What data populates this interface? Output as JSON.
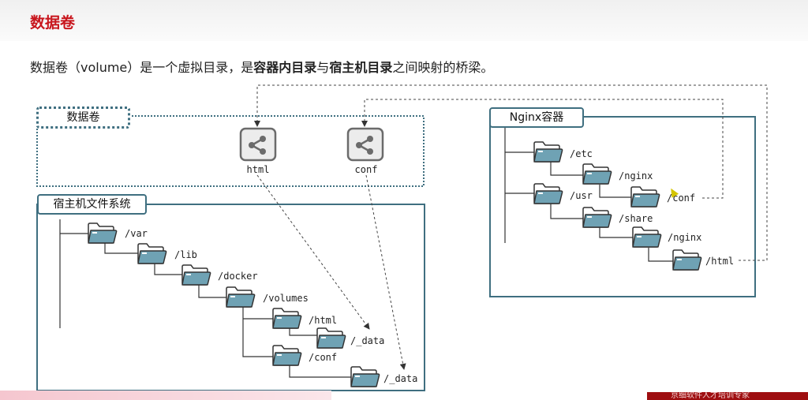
{
  "header": {
    "title": "数据卷"
  },
  "subtitle": {
    "p1": "数据卷（volume）是一个虚拟目录，是",
    "b1": "容器内目录",
    "p2": "与",
    "b2": "宿主机目录",
    "p3": "之间映射的桥梁。"
  },
  "volume_box": {
    "label": "数据卷",
    "volumes": [
      {
        "name": "html"
      },
      {
        "name": "conf"
      }
    ]
  },
  "host_box": {
    "label": "宿主机文件系统",
    "folders": [
      {
        "name": "/var"
      },
      {
        "name": "/lib"
      },
      {
        "name": "/docker"
      },
      {
        "name": "/volumes"
      },
      {
        "name": "/html"
      },
      {
        "name": "/_data"
      },
      {
        "name": "/conf"
      },
      {
        "name": "/_data"
      }
    ]
  },
  "container_box": {
    "label": "Nginx容器",
    "folders": [
      {
        "name": "/etc"
      },
      {
        "name": "/nginx"
      },
      {
        "name": "/conf"
      },
      {
        "name": "/usr"
      },
      {
        "name": "/share"
      },
      {
        "name": "/nginx"
      },
      {
        "name": "/html"
      }
    ]
  },
  "footer": {
    "brand_text": "京细软件人才培训专家"
  },
  "colors": {
    "frame": "#3f6f80",
    "folder_fill": "#6fa2b4",
    "volume_icon": "#6b6b6b",
    "title_red": "#c8161d"
  },
  "icons": {
    "folder": "folder-icon",
    "volume": "share-icon"
  }
}
